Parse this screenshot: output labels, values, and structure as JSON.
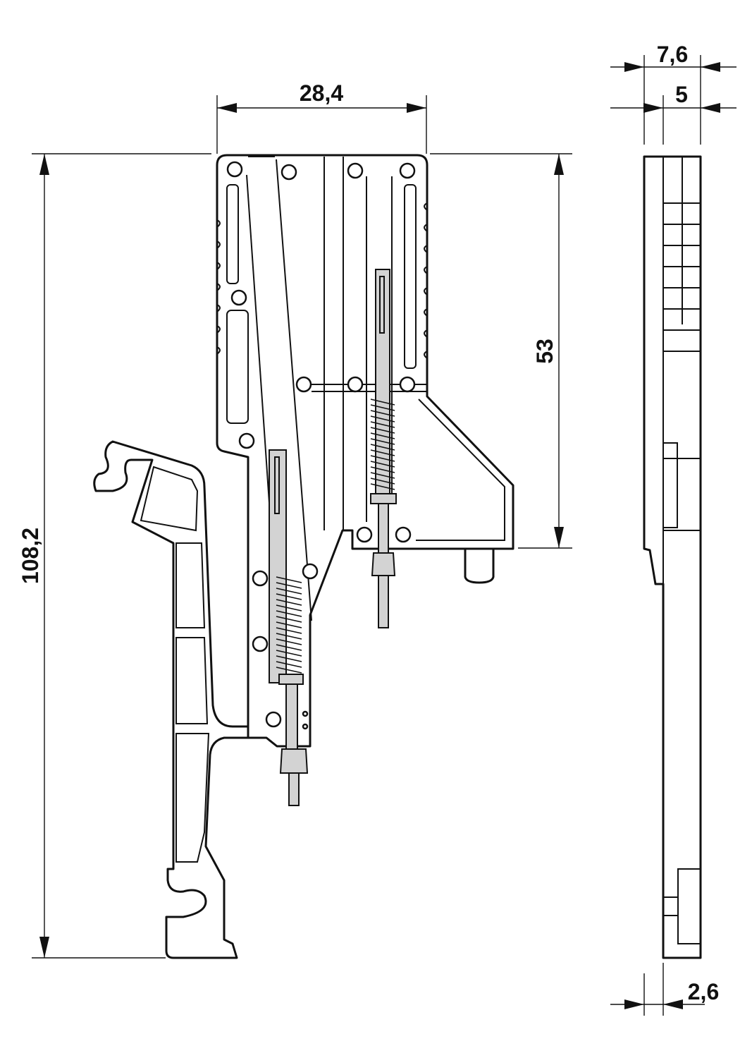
{
  "dimensions": {
    "width_front": "28,4",
    "height_total": "108,2",
    "height_upper": "53",
    "width_side_total": "7,6",
    "width_side_inner": "5",
    "width_side_bottom": "2,6"
  },
  "colors": {
    "line": "#111111",
    "pin_fill": "#d3d3d3",
    "background": "#ffffff"
  }
}
